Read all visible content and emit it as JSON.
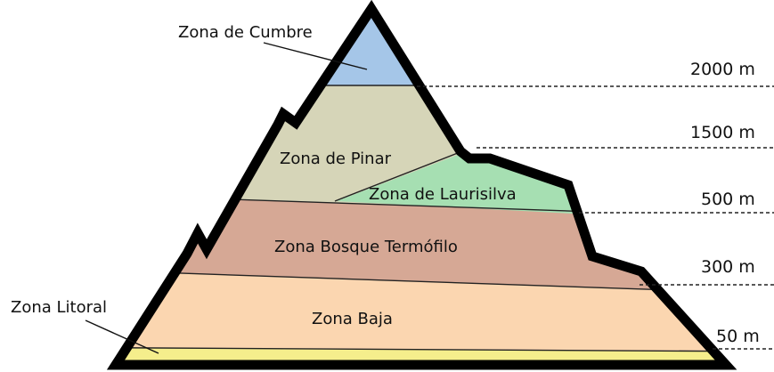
{
  "zones": {
    "cumbre": {
      "label": "Zona de Cumbre",
      "color": "#a5c6e8"
    },
    "pinar": {
      "label": "Zona de Pinar",
      "color": "#d6d5b8"
    },
    "laurisilva": {
      "label": "Zona de Laurisilva",
      "color": "#a6dfb2"
    },
    "termofilo": {
      "label": "Zona Bosque Termófilo",
      "color": "#d6a895"
    },
    "baja": {
      "label": "Zona Baja",
      "color": "#fbd6b0"
    },
    "litoral": {
      "label": "Zona Litoral",
      "color": "#f5ee8c"
    }
  },
  "altitudes": [
    "2000 m",
    "1500 m",
    "500 m",
    "300 m",
    "50 m"
  ],
  "outline_color": "#000000"
}
